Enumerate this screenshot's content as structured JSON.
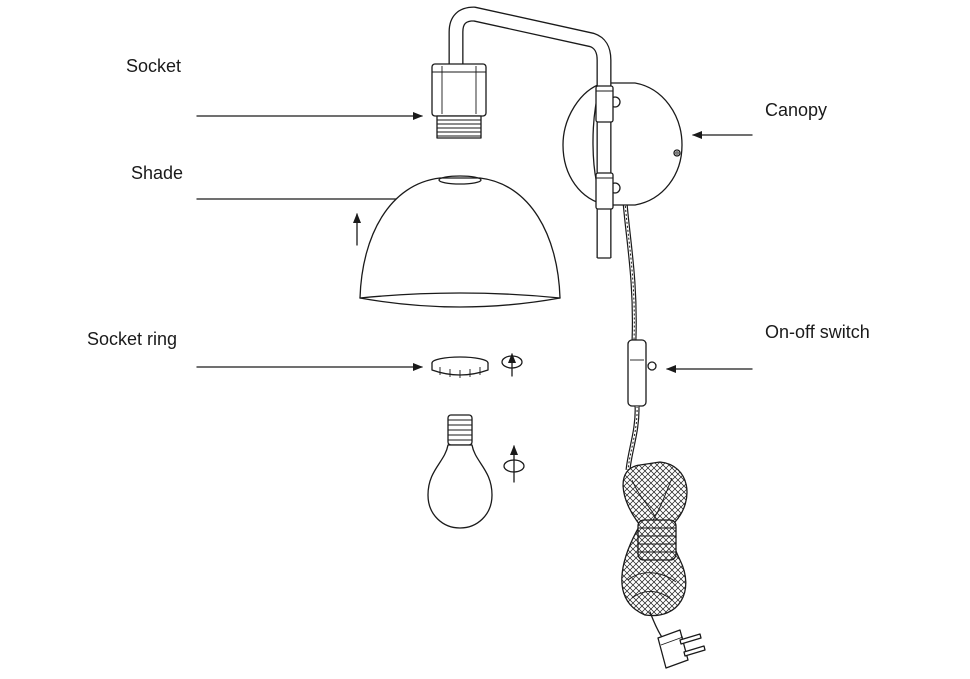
{
  "labels": {
    "socket": "Socket",
    "shade": "Shade",
    "socket_ring": "Socket ring",
    "canopy": "Canopy",
    "switch": "On-off switch"
  }
}
